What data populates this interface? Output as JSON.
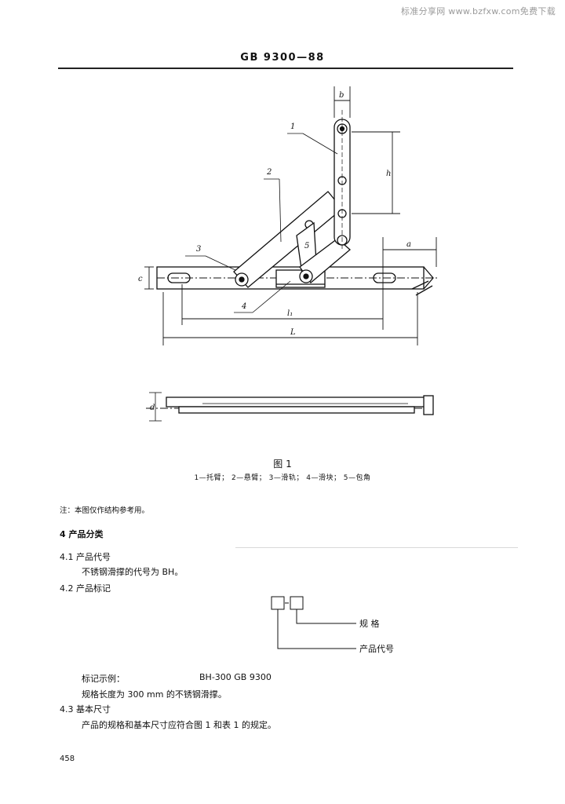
{
  "watermark": "标准分享网 www.bzfxw.com免费下载",
  "header": {
    "standard_no": "GB 9300—88"
  },
  "figure": {
    "labels": {
      "part1": "1",
      "part2": "2",
      "part3": "3",
      "part4": "4",
      "part5": "5",
      "dim_b": "b",
      "dim_h": "h",
      "dim_a": "a",
      "dim_c": "c",
      "dim_l1": "l₁",
      "dim_L": "L",
      "dim_d": "d"
    },
    "caption": "图 1",
    "legend": "1—托臂；  2—悬臂；  3—滑轨；  4—滑块；  5—包角"
  },
  "note": "注：本图仅作结构参考用。",
  "section4": {
    "title": "4   产品分类"
  },
  "section4_1": {
    "title": "4.1   产品代号",
    "text": "不锈钢滑撑的代号为 BH。"
  },
  "section4_2": {
    "title": "4.2   产品标记",
    "diagram": {
      "label_spec": "规      格",
      "label_code": "产品代号"
    }
  },
  "example": {
    "label": "标记示例：",
    "value": "BH-300   GB 9300",
    "text": "规格长度为 300 mm 的不锈钢滑撑。"
  },
  "section4_3": {
    "title": "4.3   基本尺寸",
    "text": "产品的规格和基本尺寸应符合图 1 和表 1 的规定。"
  },
  "page_number": "458"
}
